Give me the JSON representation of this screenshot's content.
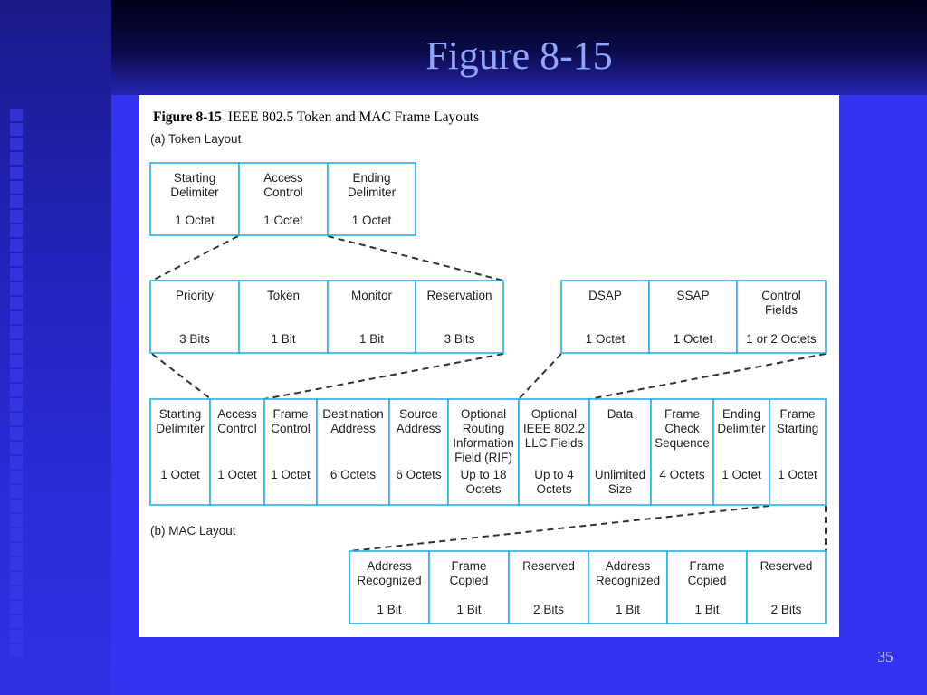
{
  "slide": {
    "title": "Figure 8-15",
    "page_number": "35"
  },
  "figure": {
    "caption_label": "Figure 8-15",
    "caption_text": "IEEE 802.5  Token and MAC Frame Layouts",
    "token_section_label": "(a) Token Layout",
    "mac_section_label": "(b) MAC Layout"
  },
  "token_layout": [
    {
      "name": "Starting Delimiter",
      "lines": [
        "Starting",
        "Delimiter"
      ],
      "size": [
        "1 Octet"
      ]
    },
    {
      "name": "Access Control",
      "lines": [
        "Access",
        "Control"
      ],
      "size": [
        "1 Octet"
      ]
    },
    {
      "name": "Ending Delimiter",
      "lines": [
        "Ending",
        "Delimiter"
      ],
      "size": [
        "1 Octet"
      ]
    }
  ],
  "access_control_fields": [
    {
      "name": "Priority",
      "lines": [
        "Priority"
      ],
      "size": [
        "3 Bits"
      ]
    },
    {
      "name": "Token",
      "lines": [
        "Token"
      ],
      "size": [
        "1 Bit"
      ]
    },
    {
      "name": "Monitor",
      "lines": [
        "Monitor"
      ],
      "size": [
        "1 Bit"
      ]
    },
    {
      "name": "Reservation",
      "lines": [
        "Reservation"
      ],
      "size": [
        "3 Bits"
      ]
    }
  ],
  "llc_fields": [
    {
      "name": "DSAP",
      "lines": [
        "DSAP"
      ],
      "size": [
        "1 Octet"
      ]
    },
    {
      "name": "SSAP",
      "lines": [
        "SSAP"
      ],
      "size": [
        "1 Octet"
      ]
    },
    {
      "name": "Control Fields",
      "lines": [
        "Control",
        "Fields"
      ],
      "size": [
        "1 or 2 Octets"
      ]
    }
  ],
  "mac_layout": [
    {
      "name": "Starting Delimiter",
      "lines": [
        "Starting",
        "Delimiter"
      ],
      "size": [
        "1 Octet"
      ]
    },
    {
      "name": "Access Control",
      "lines": [
        "Access",
        "Control"
      ],
      "size": [
        "1 Octet"
      ]
    },
    {
      "name": "Frame Control",
      "lines": [
        "Frame",
        "Control"
      ],
      "size": [
        "1 Octet"
      ]
    },
    {
      "name": "Destination Address",
      "lines": [
        "Destination",
        "Address"
      ],
      "size": [
        "6 Octets"
      ]
    },
    {
      "name": "Source Address",
      "lines": [
        "Source",
        "Address"
      ],
      "size": [
        "6 Octets"
      ]
    },
    {
      "name": "Optional Routing Information Field (RIF)",
      "lines": [
        "Optional",
        "Routing",
        "Information",
        "Field (RIF)"
      ],
      "size": [
        "Up to 18",
        "Octets"
      ]
    },
    {
      "name": "Optional IEEE 802.2 LLC Fields",
      "lines": [
        "Optional",
        "IEEE 802.2",
        "LLC Fields"
      ],
      "size": [
        "Up to 4",
        "Octets"
      ]
    },
    {
      "name": "Data",
      "lines": [
        "Data"
      ],
      "size": [
        "Unlimited",
        "Size"
      ]
    },
    {
      "name": "Frame Check Sequence",
      "lines": [
        "Frame",
        "Check",
        "Sequence"
      ],
      "size": [
        "4 Octets"
      ]
    },
    {
      "name": "Ending Delimiter",
      "lines": [
        "Ending",
        "Delimiter"
      ],
      "size": [
        "1 Octet"
      ]
    },
    {
      "name": "Frame Starting",
      "lines": [
        "Frame",
        "Starting"
      ],
      "size": [
        "1 Octet"
      ]
    }
  ],
  "frame_status_fields": [
    {
      "name": "Address Recognized",
      "lines": [
        "Address",
        "Recognized"
      ],
      "size": [
        "1 Bit"
      ]
    },
    {
      "name": "Frame Copied",
      "lines": [
        "Frame",
        "Copied"
      ],
      "size": [
        "1 Bit"
      ]
    },
    {
      "name": "Reserved",
      "lines": [
        "Reserved"
      ],
      "size": [
        "2 Bits"
      ]
    },
    {
      "name": "Address Recognized",
      "lines": [
        "Address",
        "Recognized"
      ],
      "size": [
        "1 Bit"
      ]
    },
    {
      "name": "Frame Copied",
      "lines": [
        "Frame",
        "Copied"
      ],
      "size": [
        "1 Bit"
      ]
    },
    {
      "name": "Reserved",
      "lines": [
        "Reserved"
      ],
      "size": [
        "2 Bits"
      ]
    }
  ]
}
